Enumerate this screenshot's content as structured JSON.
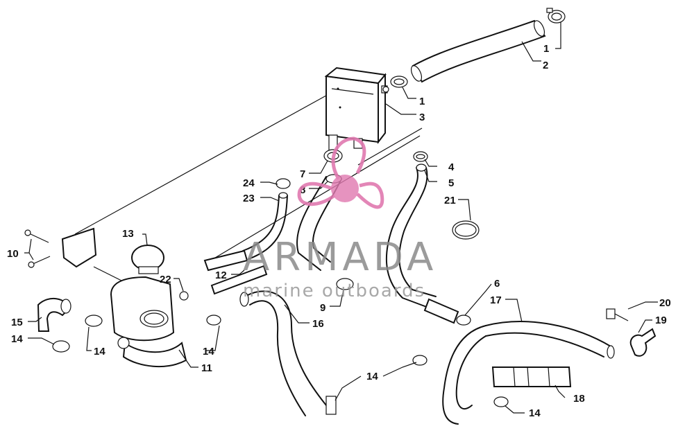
{
  "diagram": {
    "callouts": [
      {
        "id": "c1a",
        "text": "1"
      },
      {
        "id": "c2",
        "text": "2"
      },
      {
        "id": "c1b",
        "text": "1"
      },
      {
        "id": "c3",
        "text": "3"
      },
      {
        "id": "c4",
        "text": "4"
      },
      {
        "id": "c5",
        "text": "5"
      },
      {
        "id": "c21",
        "text": "21"
      },
      {
        "id": "c7",
        "text": "7"
      },
      {
        "id": "c8",
        "text": "8"
      },
      {
        "id": "c24",
        "text": "24"
      },
      {
        "id": "c23",
        "text": "23"
      },
      {
        "id": "c13",
        "text": "13"
      },
      {
        "id": "c10",
        "text": "10"
      },
      {
        "id": "c22",
        "text": "22"
      },
      {
        "id": "c12",
        "text": "12"
      },
      {
        "id": "c9",
        "text": "9"
      },
      {
        "id": "c16",
        "text": "16"
      },
      {
        "id": "c6",
        "text": "6"
      },
      {
        "id": "c17",
        "text": "17"
      },
      {
        "id": "c20",
        "text": "20"
      },
      {
        "id": "c19",
        "text": "19"
      },
      {
        "id": "c15",
        "text": "15"
      },
      {
        "id": "c14a",
        "text": "14"
      },
      {
        "id": "c14b",
        "text": "14"
      },
      {
        "id": "c14c",
        "text": "14"
      },
      {
        "id": "c11",
        "text": "11"
      },
      {
        "id": "c14d",
        "text": "14"
      },
      {
        "id": "c18",
        "text": "18"
      },
      {
        "id": "c14e",
        "text": "14"
      }
    ]
  },
  "watermark": {
    "brand": "ARMADA",
    "tagline": "marine outboards",
    "logo_color": "#e07ab0",
    "text_color": "#8a8a8a"
  }
}
